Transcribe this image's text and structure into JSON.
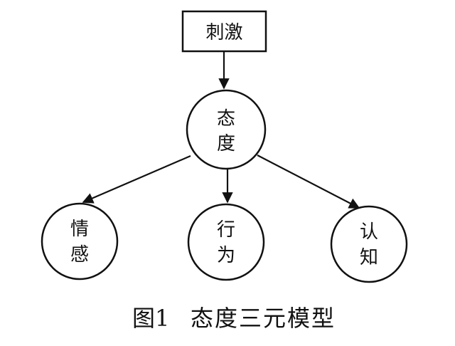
{
  "diagram": {
    "stimulus": "刺激",
    "attitude": [
      "态",
      "度"
    ],
    "affect": [
      "情",
      "感"
    ],
    "behavior": [
      "行",
      "为"
    ],
    "cognition": [
      "认",
      "知"
    ]
  },
  "caption": {
    "number": "图1",
    "title": "态度三元模型"
  }
}
